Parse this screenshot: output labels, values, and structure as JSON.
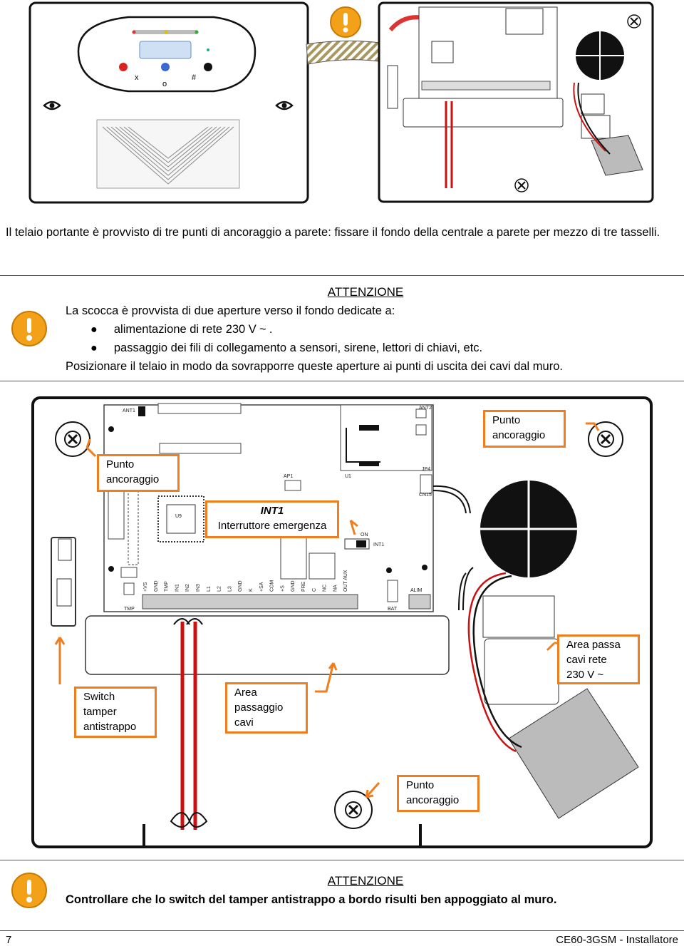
{
  "paragraph": "Il telaio portante è provvisto di tre punti di ancoraggio a parete: fissare il fondo della centrale a parete per mezzo di tre tasselli.",
  "warning1": {
    "title": "ATTENZIONE",
    "intro": "La scocca è provvista di due aperture verso il fondo dedicate a:",
    "bullets": [
      "alimentazione di rete 230 V",
      "passaggio dei fili di collegamento a sensori, sirene, lettori di chiavi, etc."
    ],
    "conclusion": "Posizionare il telaio in modo da sovrapporre queste aperture ai punti di uscita dei cavi dal muro."
  },
  "keypad": {
    "key_x": "x",
    "key_o": "o",
    "key_hash": "#"
  },
  "diagram": {
    "callouts": {
      "anchor_top_right": [
        "Punto",
        "ancoraggio"
      ],
      "anchor_left": [
        "Punto",
        "ancoraggio"
      ],
      "int1_title": "INT1",
      "int1_desc": "Interruttore emergenza",
      "tamper": [
        "Switch",
        "tamper",
        "antistrappo"
      ],
      "cable_area": [
        "Area",
        "passaggio",
        "cavi"
      ],
      "mains_area": [
        "Area passa",
        "cavi rete",
        "230 V"
      ],
      "anchor_bottom": [
        "Punto",
        "ancoraggio"
      ]
    },
    "board_labels": {
      "ant1": "ANT1",
      "ant2": "ANT2",
      "ap1": "AP1",
      "u1": "U1",
      "u9": "U9",
      "jp4": "JP4",
      "cn15": "CN15",
      "on": "ON",
      "int1": "INT1",
      "tmp": "TMP",
      "bat": "BAT",
      "alim": "ALIM",
      "terminals": [
        "+VS",
        "GND",
        "TMP",
        "IN1",
        "IN2",
        "IN3",
        "L1",
        "L2",
        "L3",
        "GND",
        "K",
        "+SA",
        "COM",
        "+S",
        "GND",
        "PRE",
        "C",
        "NC",
        "NA",
        "OUT AUX"
      ]
    }
  },
  "warning2": {
    "title": "ATTENZIONE",
    "text": "Controllare che lo switch del tamper antistrappo a bordo risulti ben appoggiato al muro."
  },
  "footer": {
    "page": "7",
    "doc": "CE60-3GSM - Installatore"
  },
  "colors": {
    "accent": "#f07d1e",
    "warning_icon": "#f4a11a",
    "wire_red": "#cc1111",
    "title_blue": "#1a3a9a"
  }
}
